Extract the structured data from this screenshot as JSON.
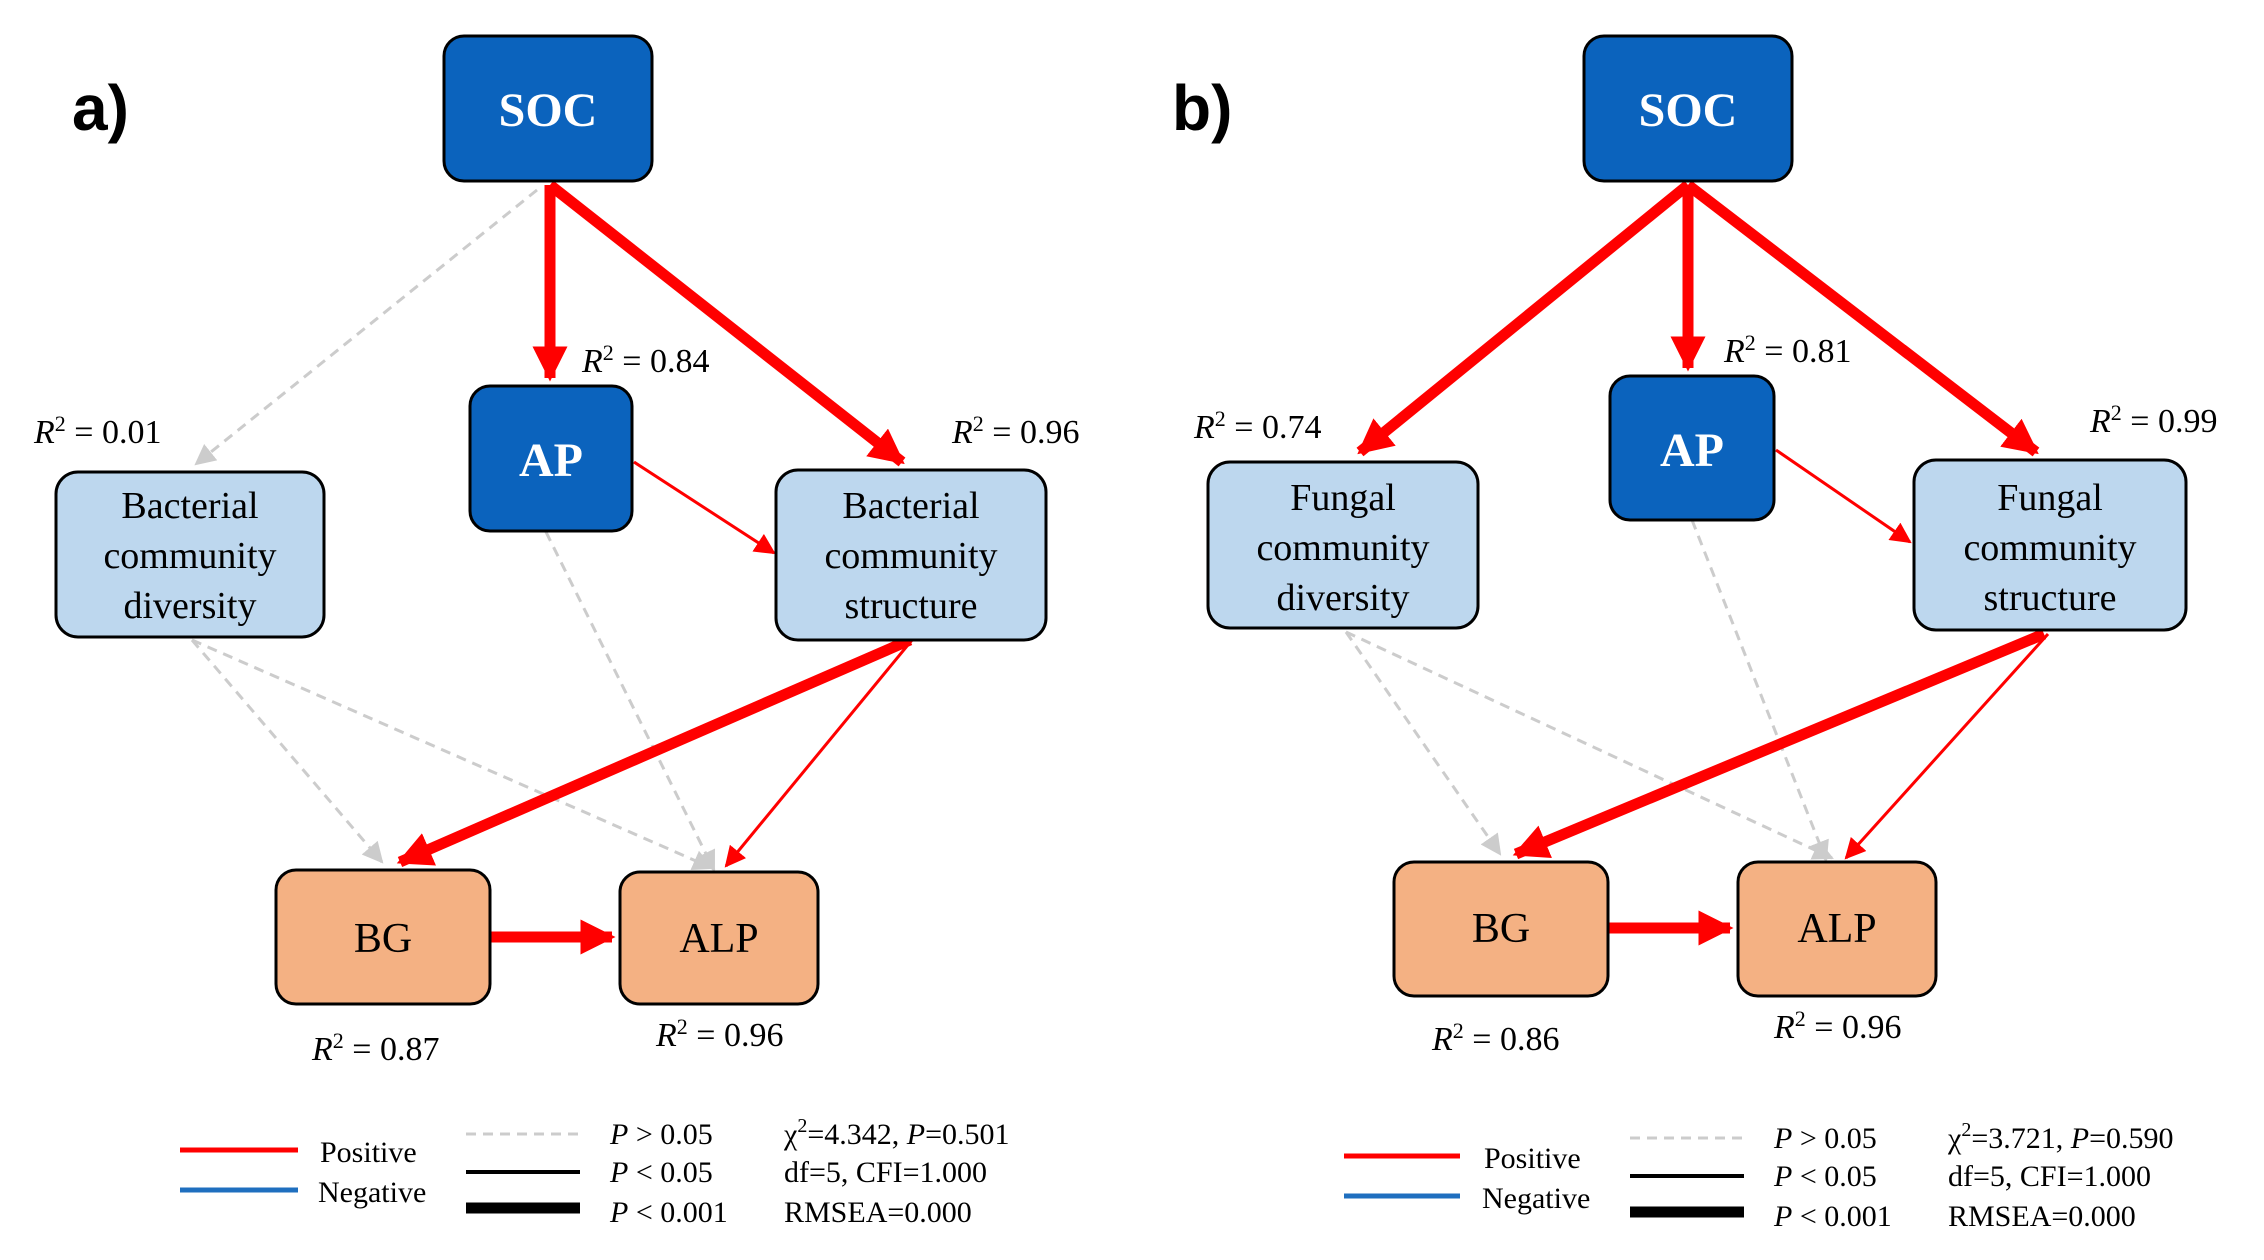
{
  "colors": {
    "positive": "#ff0000",
    "negative": "#1f6fbf",
    "nonsig": "#cccccc",
    "dark_blue_node": "#0b63bd",
    "light_blue_node": "#bdd7ee",
    "orange_node": "#f4b183"
  },
  "panels": [
    {
      "label": "a)",
      "nodes": {
        "soc": "SOC",
        "ap": "AP",
        "diversity": [
          "Bacterial",
          "community",
          "diversity"
        ],
        "structure": [
          "Bacterial",
          "community",
          "structure"
        ],
        "bg": "BG",
        "alp": "ALP"
      },
      "r2": {
        "ap": "0.84",
        "diversity": "0.01",
        "structure": "0.96",
        "bg": "0.87",
        "alp": "0.96"
      },
      "fit": {
        "chi": "=4.342, ",
        "p": "=0.501",
        "df": "df=5, CFI=1.000",
        "rmsea": "RMSEA=0.000"
      },
      "paths": [
        {
          "from": "SOC",
          "to": "AP",
          "significance": "P < 0.001",
          "sign": "Positive"
        },
        {
          "from": "SOC",
          "to": "Bacterial community structure",
          "significance": "P < 0.001",
          "sign": "Positive"
        },
        {
          "from": "SOC",
          "to": "Bacterial community diversity",
          "significance": "P > 0.05"
        },
        {
          "from": "AP",
          "to": "Bacterial community structure",
          "significance": "P < 0.05",
          "sign": "Positive"
        },
        {
          "from": "AP",
          "to": "ALP",
          "significance": "P > 0.05"
        },
        {
          "from": "Bacterial community diversity",
          "to": "BG",
          "significance": "P > 0.05"
        },
        {
          "from": "Bacterial community diversity",
          "to": "ALP",
          "significance": "P > 0.05"
        },
        {
          "from": "Bacterial community structure",
          "to": "BG",
          "significance": "P < 0.001",
          "sign": "Positive"
        },
        {
          "from": "Bacterial community structure",
          "to": "ALP",
          "significance": "P < 0.05",
          "sign": "Positive"
        },
        {
          "from": "BG",
          "to": "ALP",
          "significance": "P < 0.001",
          "sign": "Positive"
        }
      ]
    },
    {
      "label": "b)",
      "nodes": {
        "soc": "SOC",
        "ap": "AP",
        "diversity": [
          "Fungal",
          "community",
          "diversity"
        ],
        "structure": [
          "Fungal",
          "community",
          "structure"
        ],
        "bg": "BG",
        "alp": "ALP"
      },
      "r2": {
        "ap": "0.81",
        "diversity": "0.74",
        "structure": "0.99",
        "bg": "0.86",
        "alp": "0.96"
      },
      "fit": {
        "chi": "=3.721, ",
        "p": "=0.590",
        "df": "df=5, CFI=1.000",
        "rmsea": "RMSEA=0.000"
      },
      "paths": [
        {
          "from": "SOC",
          "to": "AP",
          "significance": "P < 0.001",
          "sign": "Positive"
        },
        {
          "from": "SOC",
          "to": "Fungal community structure",
          "significance": "P < 0.001",
          "sign": "Positive"
        },
        {
          "from": "SOC",
          "to": "Fungal community diversity",
          "significance": "P < 0.001",
          "sign": "Positive"
        },
        {
          "from": "AP",
          "to": "Fungal community structure",
          "significance": "P < 0.05",
          "sign": "Positive"
        },
        {
          "from": "AP",
          "to": "ALP",
          "significance": "P > 0.05"
        },
        {
          "from": "Fungal community diversity",
          "to": "BG",
          "significance": "P > 0.05"
        },
        {
          "from": "Fungal community diversity",
          "to": "ALP",
          "significance": "P > 0.05"
        },
        {
          "from": "Fungal community structure",
          "to": "BG",
          "significance": "P < 0.001",
          "sign": "Positive"
        },
        {
          "from": "Fungal community structure",
          "to": "ALP",
          "significance": "P < 0.05",
          "sign": "Positive"
        },
        {
          "from": "BG",
          "to": "ALP",
          "significance": "P < 0.001",
          "sign": "Positive"
        }
      ]
    }
  ],
  "legend": {
    "positive": "Positive",
    "negative": "Negative",
    "p_gt": "P",
    "p_gt_rest": " > 0.05",
    "p_lt05": "P",
    "p_lt05_rest": " < 0.05",
    "p_lt001": "P",
    "p_lt001_rest": " < 0.001"
  },
  "symbols": {
    "r2_letter": "R",
    "r2_exp": "2",
    "r2_eq": " = ",
    "chi": "χ",
    "chi_exp": "2",
    "p_italic": "P"
  }
}
